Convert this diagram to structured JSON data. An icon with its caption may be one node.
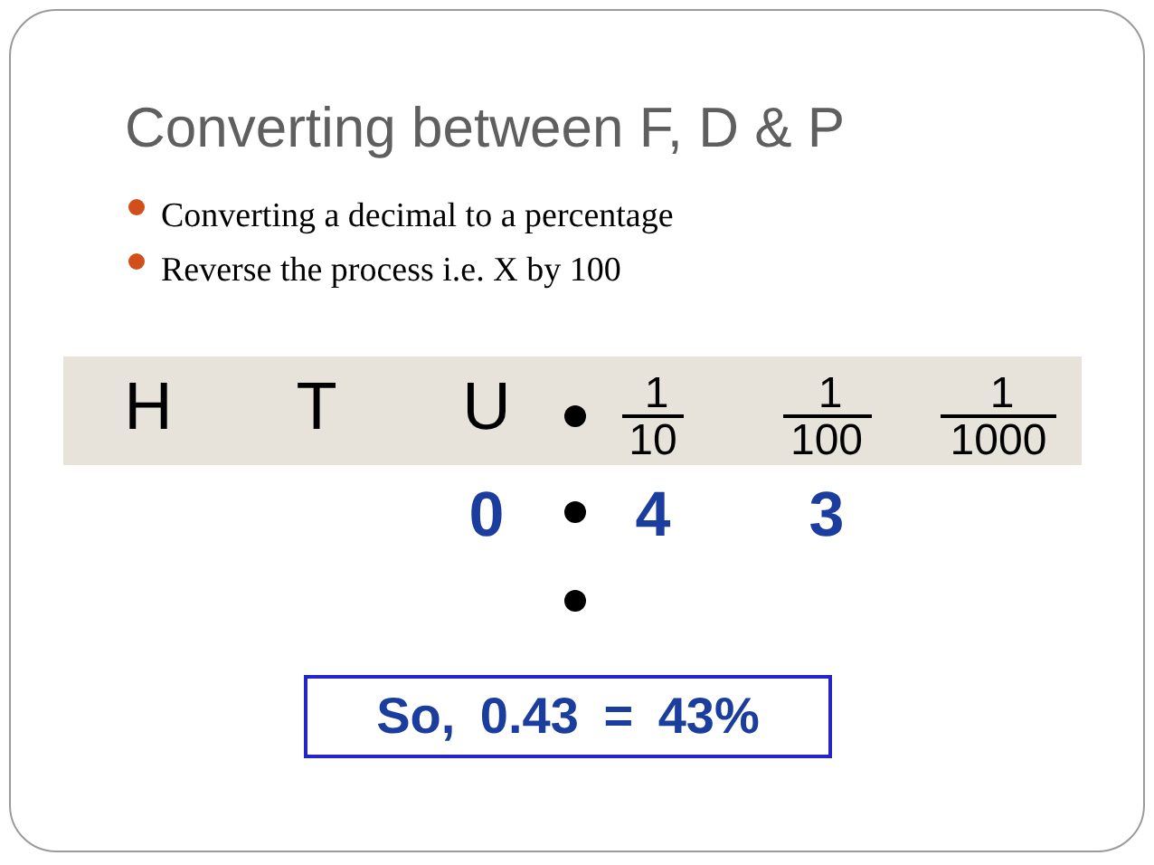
{
  "diagram": {
    "title": "Converting between F, D & P",
    "nodes": [
      {
        "text": [
          "H",
          "T",
          "U",
          "1",
          "10",
          "1",
          "100",
          "1",
          "1000"
        ]
      },
      {
        "text": [
          "So, 0.43 = 43%"
        ]
      }
    ],
    "labels": [
      "Converting a decimal to a percentage",
      "Reverse the process i.e. X by 100",
      "0",
      "4",
      "3"
    ]
  }
}
